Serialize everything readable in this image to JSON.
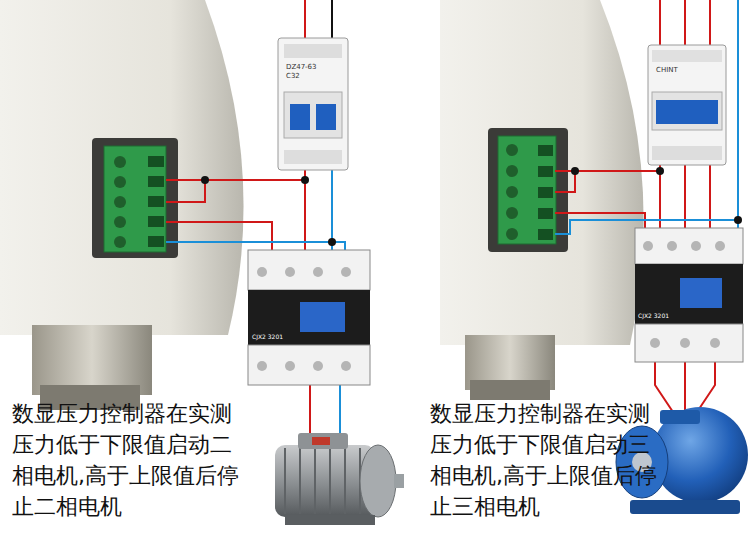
{
  "diagram": {
    "labels": [
      "数显压力控制器在实测压力低于下限值启动二相电机,高于上限值后停止二相电机",
      "数显压力控制器在实测压力低于下限值启动三相电机,高于上限值后停止三相电机",
      "DZ47-63",
      "C32",
      "CHINT",
      "CJX2 3201",
      "CJX2 3201"
    ]
  }
}
